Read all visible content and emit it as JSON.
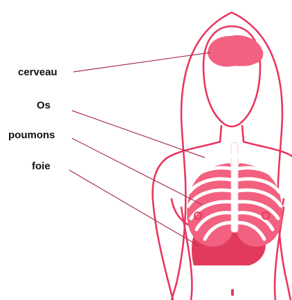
{
  "colors": {
    "outline": "#e8375f",
    "organ_fill": "#f2617f",
    "organ_light": "#f8a4b6",
    "organ_dark": "#e23a5d",
    "bone": "#ffffff",
    "bone_shadow": "#f7c7d2",
    "leader_line": "#a8324e",
    "label_text": "#111111"
  },
  "labels": {
    "brain": "cerveau",
    "bone": "Os",
    "lungs": "poumons",
    "liver": "foie"
  },
  "icons": {
    "body": "female-silhouette-outline",
    "brain": "brain-icon",
    "ribcage": "ribcage-icon",
    "lungs": "lungs-icon",
    "liver": "liver-icon"
  }
}
